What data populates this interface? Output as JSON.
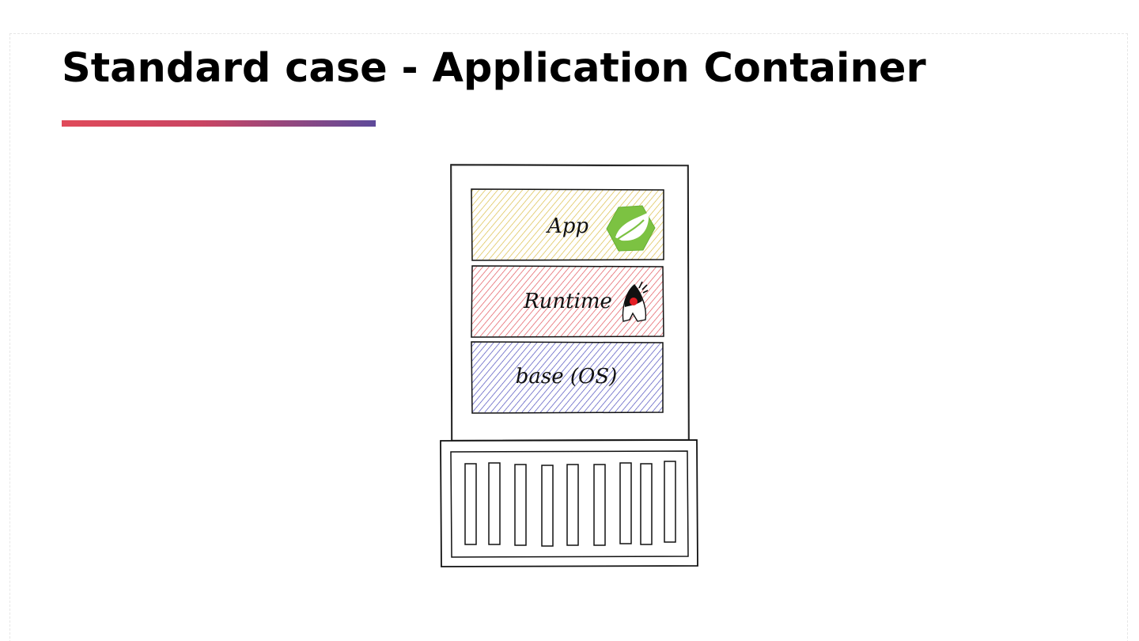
{
  "slide": {
    "title": "Standard case - Application Container"
  },
  "accent": {
    "gradient_start": "#e04a5a",
    "gradient_end": "#5e4a9a"
  },
  "diagram": {
    "layers": [
      {
        "label": "App",
        "fill_color": "#d8b93a",
        "icon": "spring-leaf-icon"
      },
      {
        "label": "Runtime",
        "fill_color": "#e0474f",
        "icon": "java-duke-icon"
      },
      {
        "label": "base (OS)",
        "fill_color": "#4040b8",
        "icon": ""
      }
    ],
    "container_icon": "shipping-container-icon",
    "spring_color": "#7cc242",
    "duke_nose_color": "#e31e25"
  }
}
